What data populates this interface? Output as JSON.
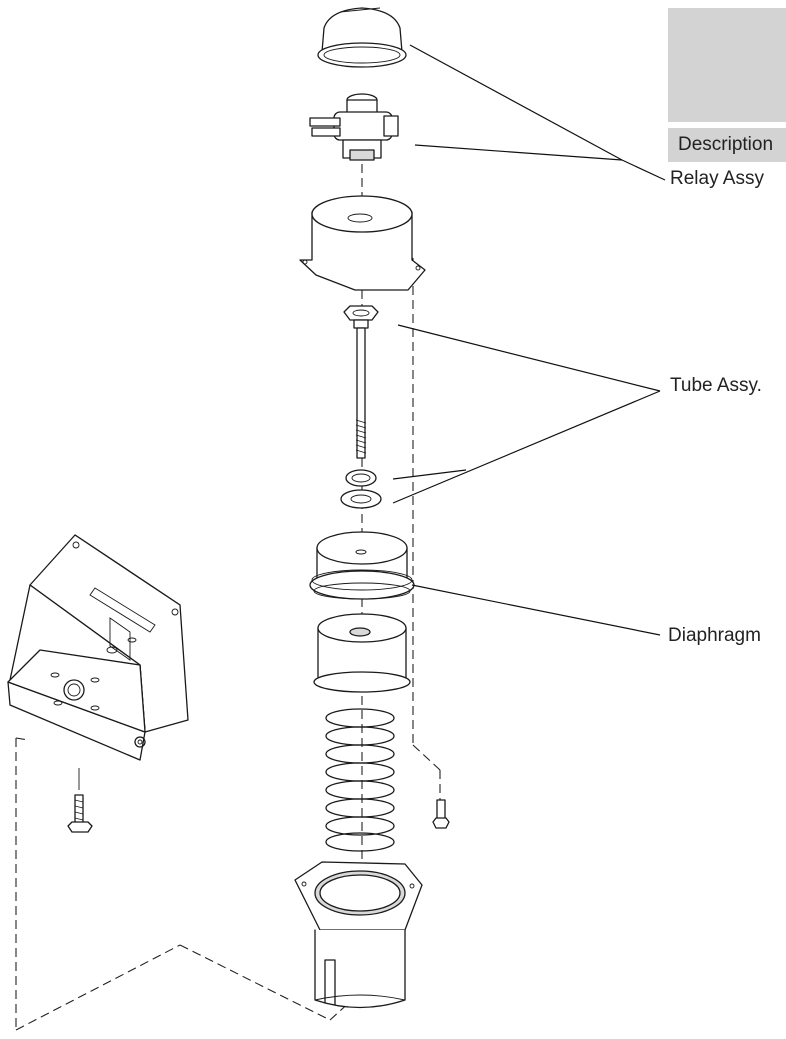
{
  "table": {
    "header": "Description"
  },
  "callouts": [
    {
      "label": "Relay Assy"
    },
    {
      "label": "Tube Assy."
    },
    {
      "label": "Diaphragm"
    }
  ],
  "colors": {
    "header_fill": "#d3d3d3",
    "line": "#1a1a1a"
  }
}
